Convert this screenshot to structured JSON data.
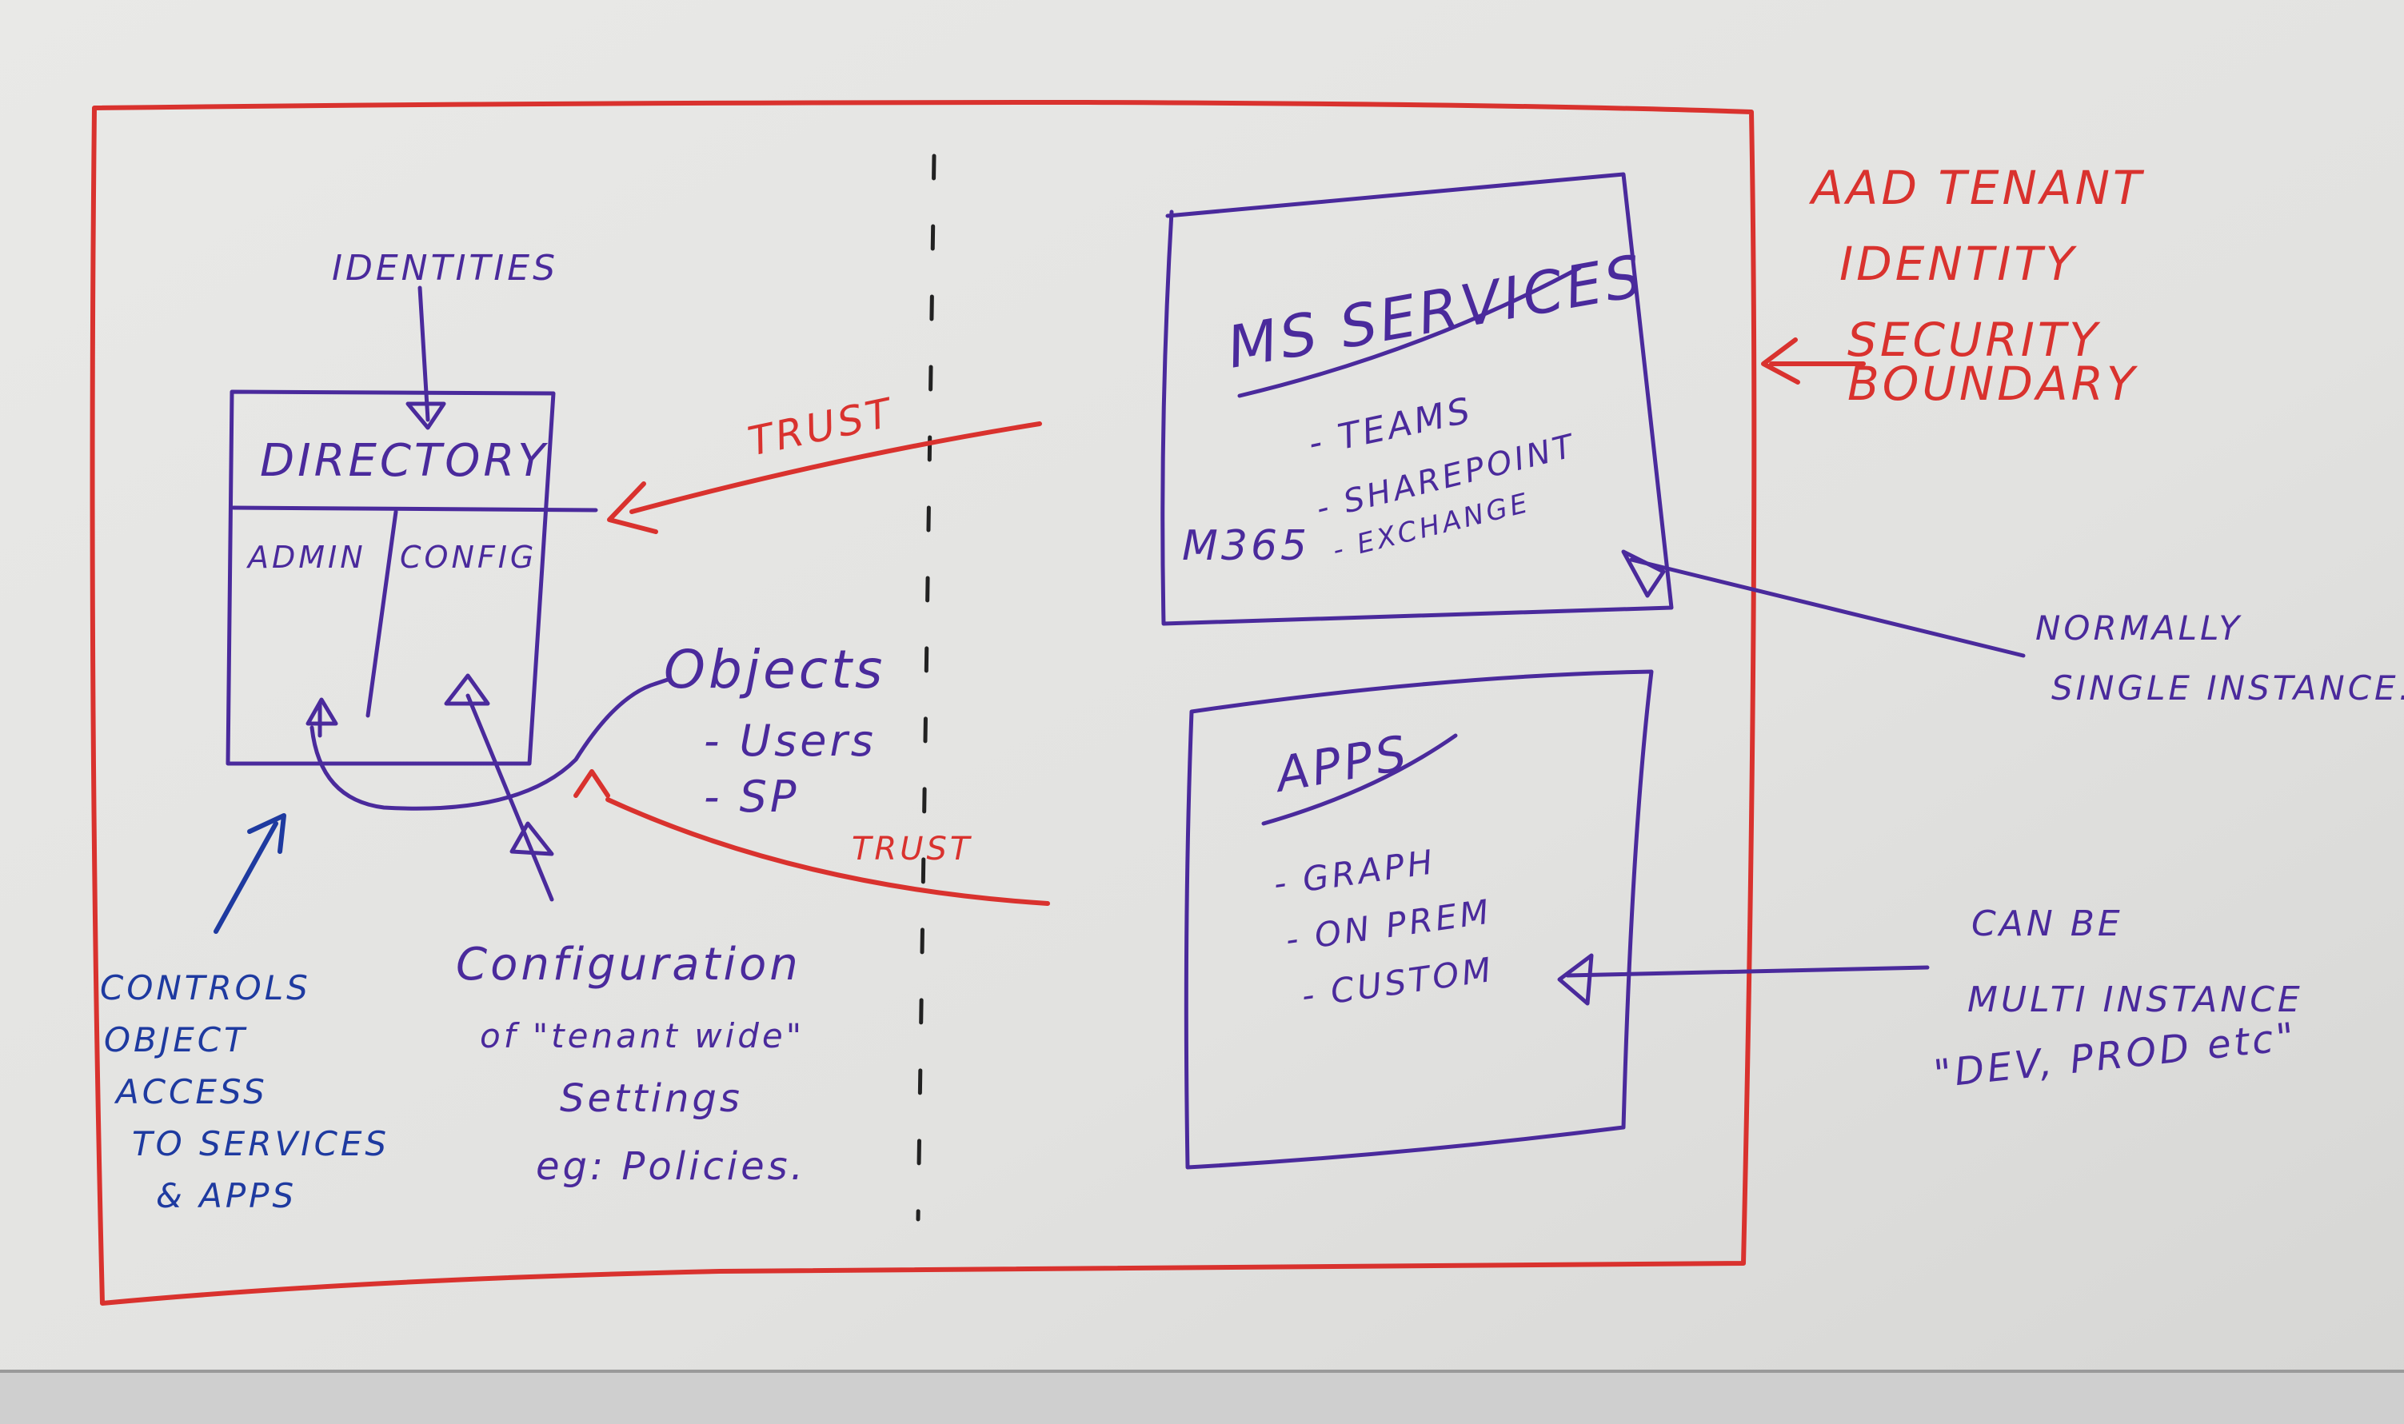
{
  "tenant_boundary": {
    "label_lines": [
      "AAD TENANT",
      "IDENTITY",
      "SECURITY",
      "BOUNDARY"
    ]
  },
  "directory": {
    "identities_label": "IDENTITIES",
    "title": "DIRECTORY",
    "admin_label": "ADMIN",
    "config_label": "CONFIG"
  },
  "trust": {
    "upper_label": "TRUST",
    "lower_label": "TRUST"
  },
  "objects": {
    "title": "Objects",
    "items": [
      "- Users",
      "- SP"
    ]
  },
  "controls_note": {
    "lines": [
      "CONTROLS",
      "OBJECT",
      "ACCESS",
      "TO SERVICES",
      "& APPS"
    ]
  },
  "config_note": {
    "lines": [
      "Configuration",
      "of \"tenant wide\"",
      "Settings",
      "eg: Policies."
    ]
  },
  "ms_services": {
    "title": "MS SERVICES",
    "side_label": "M365",
    "items": [
      "- TEAMS",
      "- SHAREPOINT",
      "- EXCHANGE"
    ]
  },
  "normally_note": {
    "lines": [
      "NORMALLY",
      "SINGLE INSTANCE."
    ]
  },
  "apps": {
    "title": "APPS",
    "items": [
      "- GRAPH",
      "- ON PREM",
      "- CUSTOM"
    ]
  },
  "multi_note": {
    "lines": [
      "CAN BE",
      "MULTI INSTANCE",
      "\"DEV, PROD etc\""
    ]
  },
  "colors": {
    "board": "#e4e4e2",
    "red_marker": "#d9322e",
    "purple_marker": "#4a2a9c",
    "blue_marker": "#1e3aa0"
  }
}
